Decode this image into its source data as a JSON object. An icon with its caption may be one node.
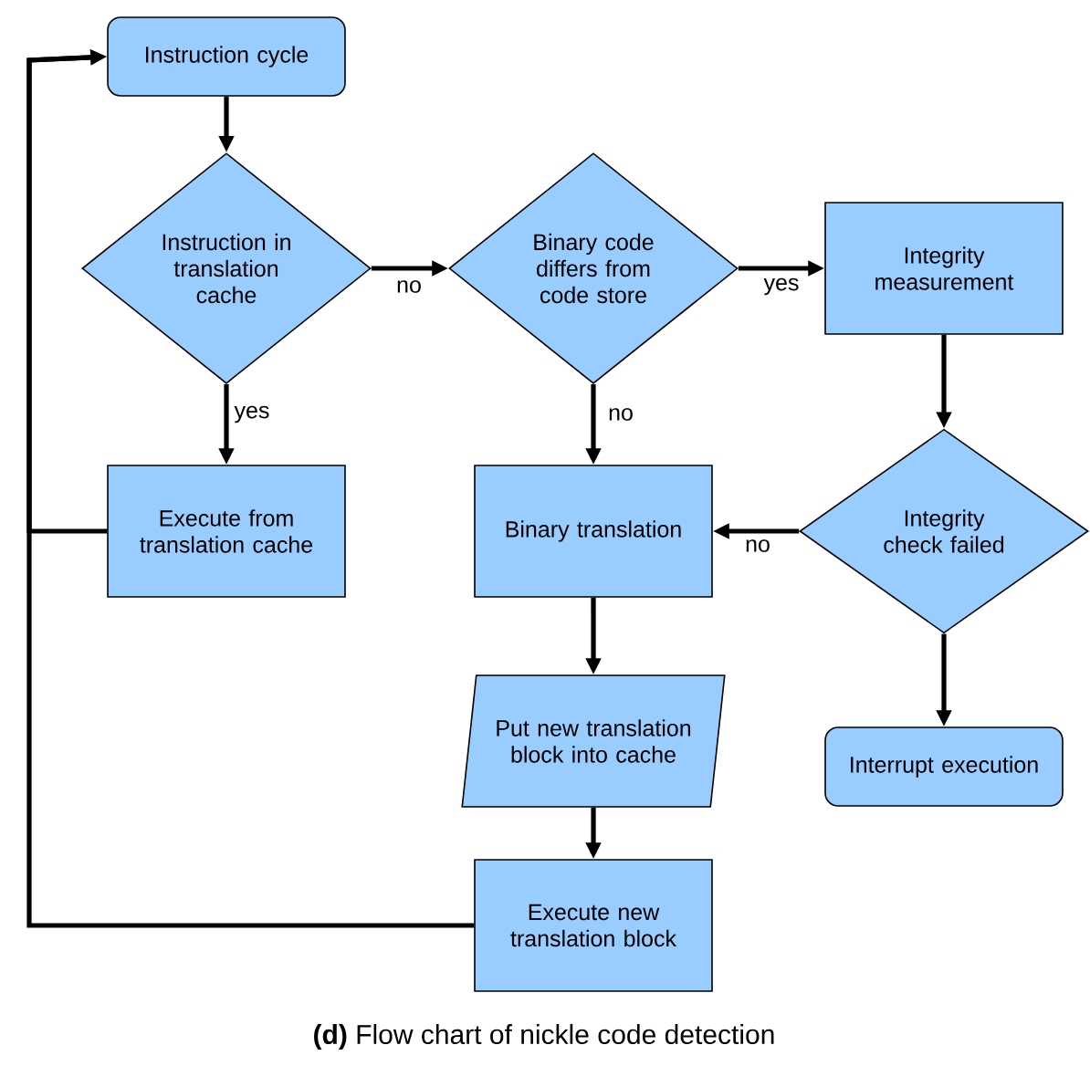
{
  "diagram": {
    "caption": "**(d)** Flow chart of nickle code detection",
    "nodes": [
      {
        "text": [
          "Instruction cycle"
        ]
      },
      {
        "text": [
          "Instruction in translation cache"
        ]
      },
      {
        "text": [
          "Binary code differs from code store"
        ]
      },
      {
        "text": [
          "Integrity measurement"
        ]
      },
      {
        "text": [
          "Execute from translation cache"
        ]
      },
      {
        "text": [
          "Binary translation"
        ]
      },
      {
        "text": [
          "Integrity check failed"
        ]
      },
      {
        "text": [
          "Put new translation block into cache"
        ]
      },
      {
        "text": [
          "Interrupt execution"
        ]
      },
      {
        "text": [
          "Execute new translation block"
        ]
      }
    ],
    "edges": [
      {
        "from": 0,
        "to": 1,
        "arrow": "to"
      },
      {
        "from": 1,
        "to": 2,
        "arrow": "to",
        "label": "no"
      },
      {
        "from": 1,
        "to": 4,
        "arrow": "to",
        "label": "yes"
      },
      {
        "from": 2,
        "to": 3,
        "arrow": "to",
        "label": "yes"
      },
      {
        "from": 2,
        "to": 5,
        "arrow": "to",
        "label": "no"
      },
      {
        "from": 3,
        "to": 6,
        "arrow": "to"
      },
      {
        "from": 6,
        "to": 5,
        "arrow": "to",
        "label": "no"
      },
      {
        "from": 5,
        "to": 7,
        "arrow": "to"
      },
      {
        "from": 6,
        "to": 8,
        "arrow": "to"
      },
      {
        "from": 7,
        "to": 9,
        "arrow": "to"
      },
      {
        "from": 4,
        "to": 0,
        "arrow": "to"
      },
      {
        "from": 9,
        "to": 0,
        "arrow": "to"
      }
    ]
  }
}
